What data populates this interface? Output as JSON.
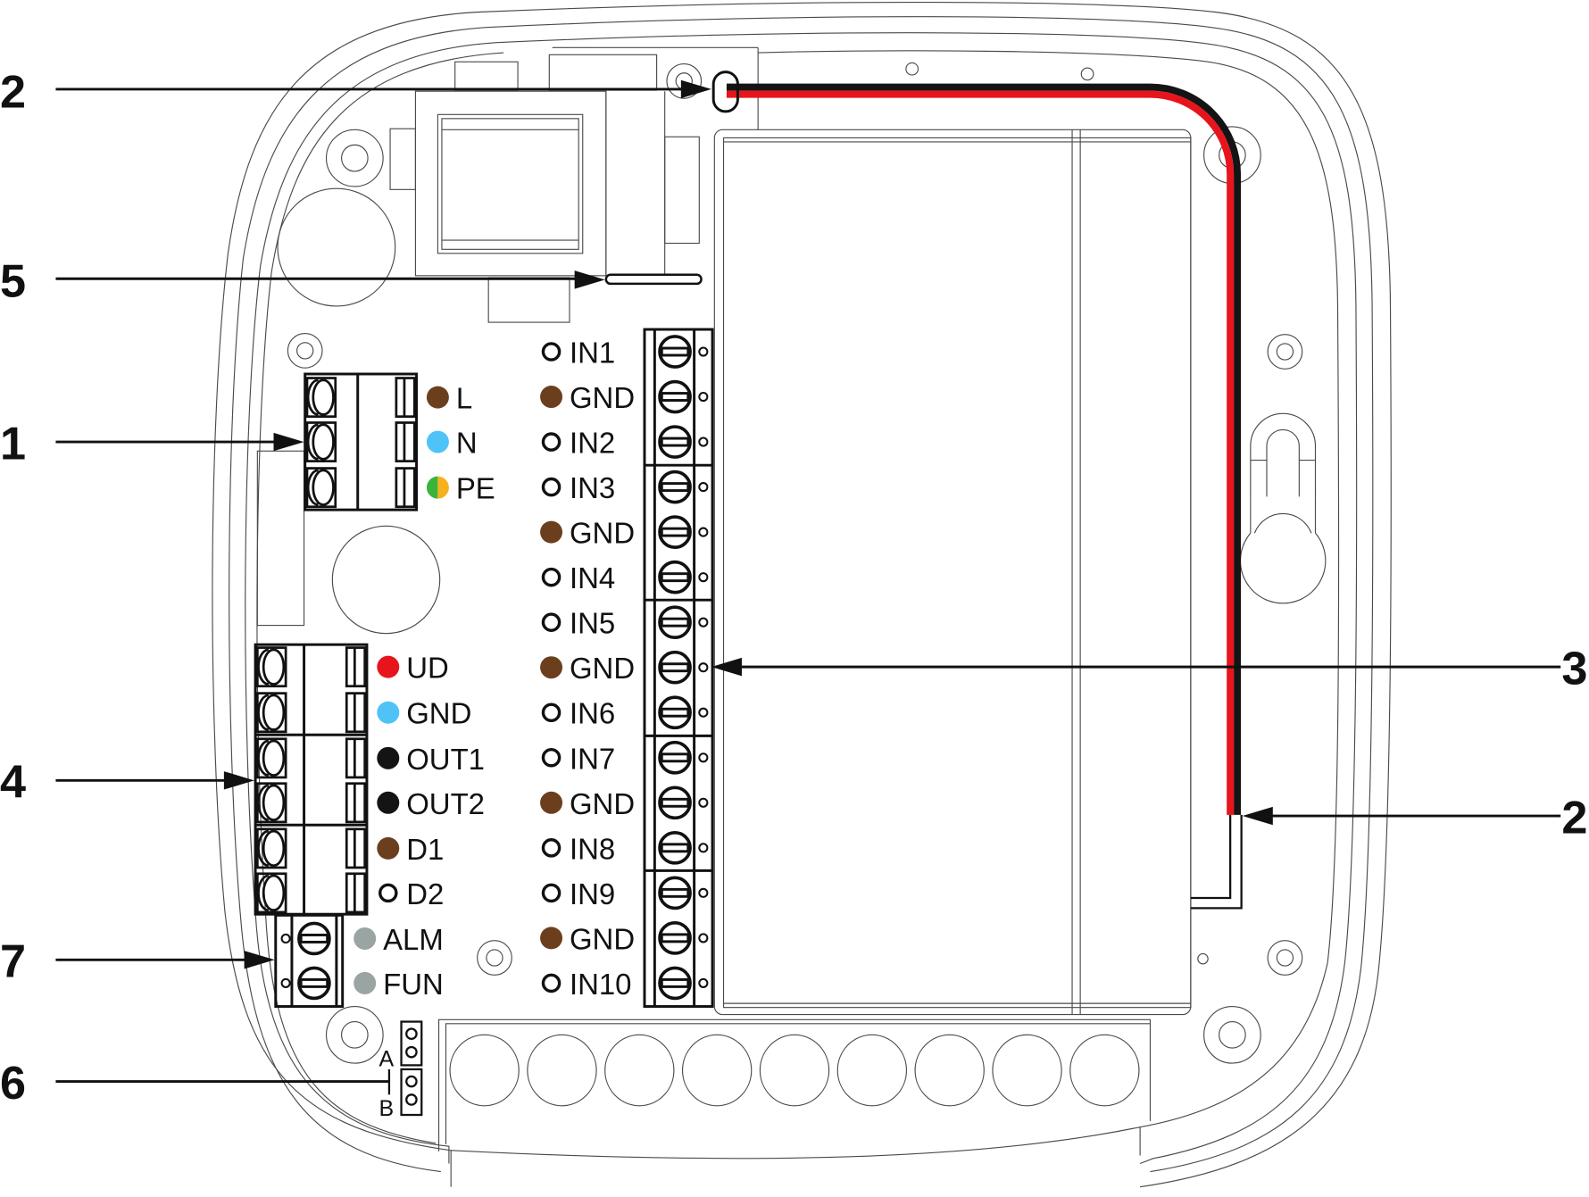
{
  "callouts": {
    "power_terminal": "1",
    "battery_wire_top": "2",
    "input_terminals": "3",
    "output_terminals": "4",
    "tamper_switch": "5",
    "jumper": "6",
    "alarm_function": "7",
    "battery_wire_bottom": "2"
  },
  "power_block": {
    "rows": [
      {
        "label": "L",
        "color": "#6b3f1e",
        "style": "solid"
      },
      {
        "label": "N",
        "color": "#4fc3f7",
        "style": "solid"
      },
      {
        "label": "PE",
        "color": "#3cb43c",
        "color2": "#f5b21e",
        "style": "split"
      }
    ]
  },
  "input_block": {
    "rows": [
      {
        "label": "IN1",
        "style": "ring"
      },
      {
        "label": "GND",
        "style": "solid",
        "color": "#6b3f1e"
      },
      {
        "label": "IN2",
        "style": "ring"
      },
      {
        "label": "IN3",
        "style": "ring"
      },
      {
        "label": "GND",
        "style": "solid",
        "color": "#6b3f1e"
      },
      {
        "label": "IN4",
        "style": "ring"
      },
      {
        "label": "IN5",
        "style": "ring"
      },
      {
        "label": "GND",
        "style": "solid",
        "color": "#6b3f1e"
      },
      {
        "label": "IN6",
        "style": "ring"
      },
      {
        "label": "IN7",
        "style": "ring"
      },
      {
        "label": "GND",
        "style": "solid",
        "color": "#6b3f1e"
      },
      {
        "label": "IN8",
        "style": "ring"
      },
      {
        "label": "IN9",
        "style": "ring"
      },
      {
        "label": "GND",
        "style": "solid",
        "color": "#6b3f1e"
      },
      {
        "label": "IN10",
        "style": "ring"
      }
    ]
  },
  "output_block": {
    "rows": [
      {
        "label": "UD",
        "style": "solid",
        "color": "#e8141c"
      },
      {
        "label": "GND",
        "style": "solid",
        "color": "#4fc3f7"
      },
      {
        "label": "OUT1",
        "style": "solid",
        "color": "#141414"
      },
      {
        "label": "OUT2",
        "style": "solid",
        "color": "#141414"
      },
      {
        "label": "D1",
        "style": "solid",
        "color": "#6b3f1e"
      },
      {
        "label": "D2",
        "style": "ring"
      }
    ]
  },
  "alarm_block": {
    "rows": [
      {
        "label": "ALM",
        "style": "solid",
        "color": "#9aa5a3"
      },
      {
        "label": "FUN",
        "style": "solid",
        "color": "#9aa5a3"
      }
    ]
  },
  "jumper": {
    "label_a": "A",
    "label_b": "B"
  },
  "wire_colors": {
    "positive": "#e8141c",
    "negative": "#141414"
  },
  "icons": {
    "screw": "slotted-screw-icon",
    "clamp": "clamp-terminal-icon",
    "mount_hole": "mounting-hole-icon",
    "keyhole": "keyhole-slot-icon",
    "cable_gland": "cable-gland-icon"
  }
}
